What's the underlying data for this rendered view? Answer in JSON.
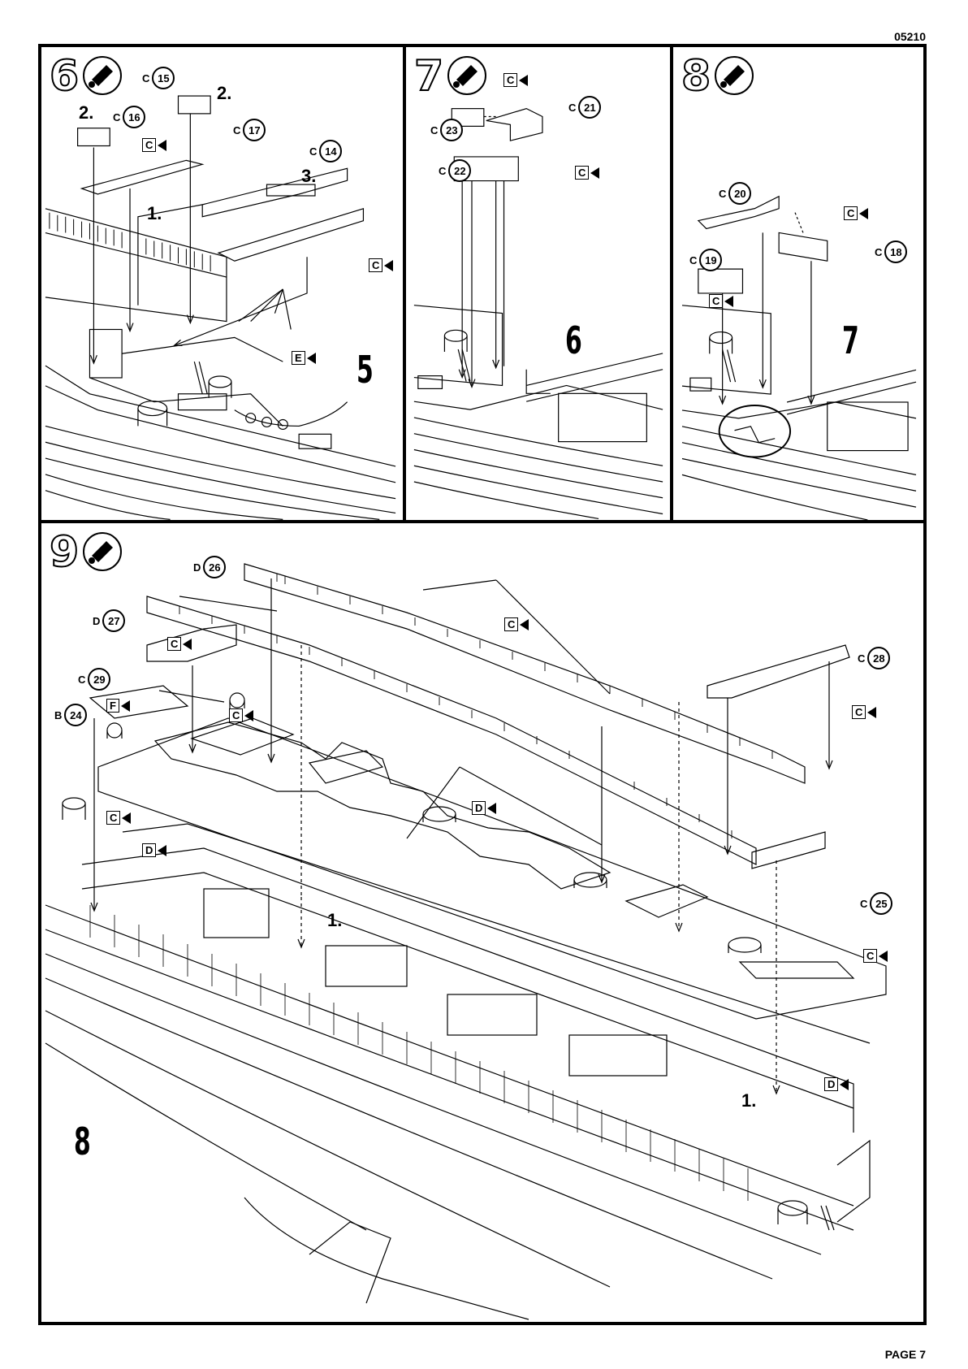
{
  "header": {
    "doc_code": "05210"
  },
  "footer": {
    "page_label": "PAGE 7"
  },
  "steps": [
    {
      "number": "6",
      "icon": "glue-tube-icon",
      "callouts": [
        {
          "letter": "C",
          "part": "15"
        },
        {
          "letter": "C",
          "part": "16"
        },
        {
          "letter": "C",
          "part": "17"
        },
        {
          "letter": "C",
          "part": "14"
        }
      ],
      "order_labels": [
        "2.",
        "2.",
        "1.",
        "3."
      ],
      "glue_flags": [
        "C",
        "C",
        "E"
      ],
      "ref_step": "5"
    },
    {
      "number": "7",
      "icon": "glue-tube-icon",
      "callouts": [
        {
          "letter": "C",
          "part": "21"
        },
        {
          "letter": "C",
          "part": "23"
        },
        {
          "letter": "C",
          "part": "22"
        }
      ],
      "glue_flags": [
        "C",
        "C"
      ],
      "ref_step": "6"
    },
    {
      "number": "8",
      "icon": "glue-tube-icon",
      "callouts": [
        {
          "letter": "C",
          "part": "20"
        },
        {
          "letter": "C",
          "part": "19"
        },
        {
          "letter": "C",
          "part": "18"
        }
      ],
      "glue_flags": [
        "C",
        "C"
      ],
      "ref_step": "7"
    },
    {
      "number": "9",
      "icon": "glue-tube-icon",
      "callouts": [
        {
          "letter": "D",
          "part": "26"
        },
        {
          "letter": "D",
          "part": "27"
        },
        {
          "letter": "C",
          "part": "29"
        },
        {
          "letter": "B",
          "part": "24"
        },
        {
          "letter": "C",
          "part": "28"
        },
        {
          "letter": "C",
          "part": "25"
        }
      ],
      "order_labels": [
        "1.",
        "1."
      ],
      "glue_flags": [
        "C",
        "C",
        "C",
        "F",
        "C",
        "D",
        "D",
        "C",
        "C",
        "D"
      ],
      "ref_step": "8"
    }
  ]
}
